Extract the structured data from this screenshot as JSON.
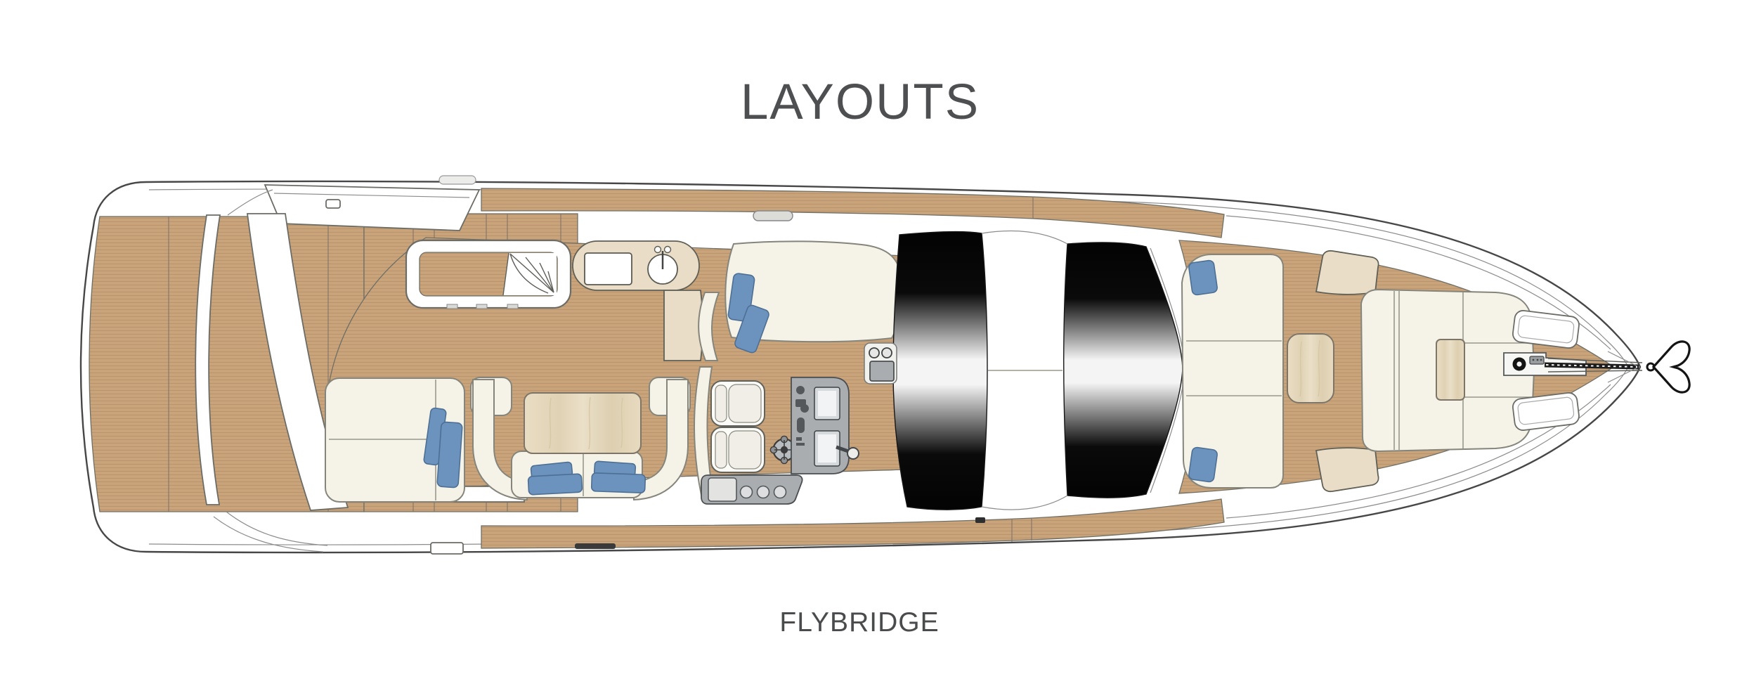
{
  "page": {
    "title": "LAYOUTS",
    "caption": "FLYBRIDGE"
  },
  "colors": {
    "title-text": "#4e4f51",
    "caption-text": "#4a4b4d",
    "outline": "#474747",
    "teak": "#c9a47b",
    "teak-stripe": "#b9946c",
    "upholstery": "#f5f2e8",
    "upholstery-edge": "#85857b",
    "counter": "#e9ddc8",
    "wood": "#e4d6ba",
    "wood-streak": "#d6c7a5",
    "cushion": "#6b93be",
    "cushion-edge": "#4d6f94",
    "console": "#a9adb0",
    "console-screen": "#d6d9db",
    "glass-dark": "#030303",
    "glass-light": "#f4f4f4"
  },
  "diagram": {
    "type": "yacht-deck-plan",
    "deck": "flybridge",
    "orientation": "bow-right",
    "features": [
      "swim-platform",
      "aft-deck",
      "stair-hatch",
      "wet-bar-with-sink-and-grill",
      "aft-sunpad",
      "chaise-lounge",
      "cockpit-sofa",
      "cockpit-table",
      "helm-seats",
      "steering-wheel",
      "helm-console",
      "cup-holders",
      "windshield-glass",
      "bow-lounge-sofa",
      "bow-table",
      "foredeck-sunpad",
      "deck-hatches",
      "anchor-windlass",
      "anchor"
    ]
  }
}
